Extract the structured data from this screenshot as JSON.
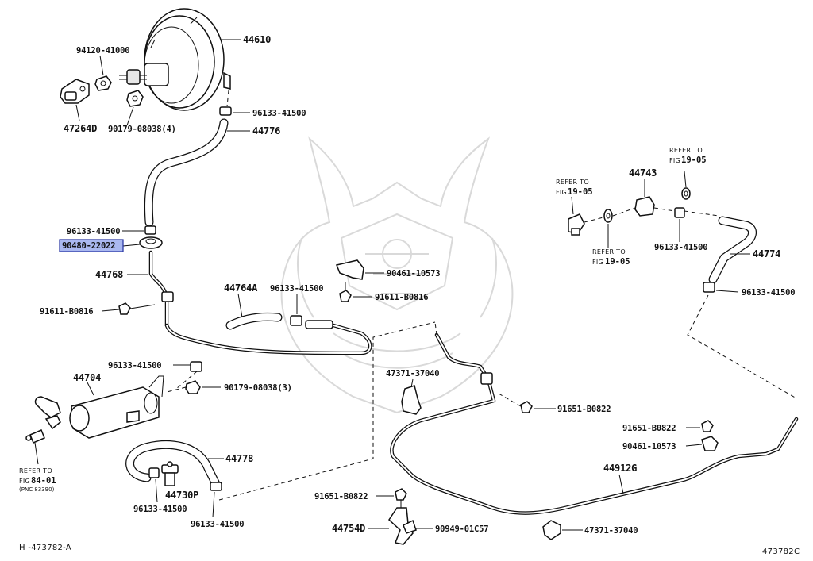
{
  "diagram_code": "473782C",
  "footer_ref": "H -473782-A",
  "labels": {
    "booster": "44610",
    "nut_94120": "94120-41000",
    "clevis": "47264D",
    "nut_90179_top": "90179-08038(4)",
    "clip_top": "96133-41500",
    "hose_44776": "44776",
    "clip_mid": "96133-41500",
    "grommet": "90480-22022",
    "pipe_44768": "44768",
    "bolt_91611_left": "91611-B0816",
    "hose_44764A": "44764A",
    "clip_44764": "96133-41500",
    "bracket_90461_top": "90461-10573",
    "bolt_91611_right": "91611-B0816",
    "clip_tank": "96133-41500",
    "tank": "44704",
    "nut_90179_low": "90179-08038(3)",
    "hose_44778": "44778",
    "valve_44730P": "44730P",
    "clip_bot_left": "96133-41500",
    "clip_bot_mid": "96133-41500",
    "clamp_47371_top": "47371-37040",
    "bolt_91651_mid": "91651-B0822",
    "bolt_91651_left": "91651-B0822",
    "bracket_44754D": "44754D",
    "clip_90949": "90949-01C57",
    "clamp_47371_bot": "47371-37040",
    "pipe_44912G": "44912G",
    "bolt_91651_right": "91651-B0822",
    "bracket_90461_right": "90461-10573",
    "check_valve": "44743",
    "clip_right_upper": "96133-41500",
    "hose_44774": "44774",
    "clip_right_lower": "96133-41500"
  },
  "refers": {
    "refer_text": "REFER TO",
    "fig_text": "FIG",
    "fig_19_05_left": "19-05",
    "fig_19_05_top": "19-05",
    "fig_19_05_bottom": "19-05",
    "fig_84_01": "84-01",
    "pnc_note": "(PNC 83390)"
  },
  "highlighted_part": "90480-22022",
  "colors": {
    "highlight_fill": "#aab8f0",
    "highlight_stroke": "#2230a0",
    "watermark": "#d9d9d9"
  }
}
